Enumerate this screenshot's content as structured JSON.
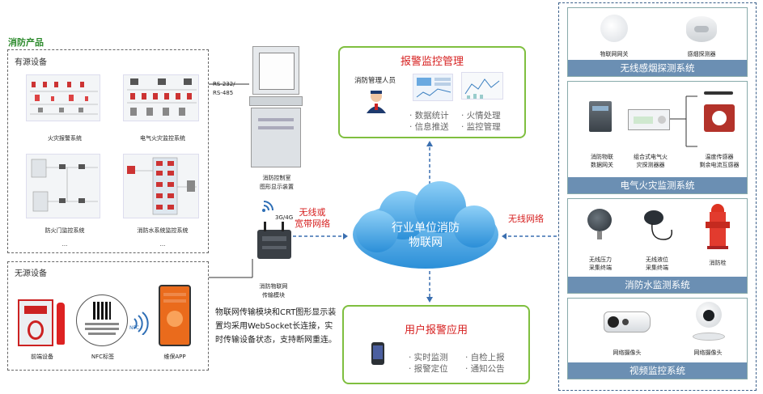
{
  "left": {
    "section_title": "消防产品",
    "powered": {
      "title": "有源设备",
      "items": [
        "火灾报警系统",
        "电气火灾监控系统",
        "防火门监控系统",
        "消防水系统监控系统"
      ],
      "more": [
        "...",
        "..."
      ]
    },
    "unpowered": {
      "title": "无源设备",
      "items": [
        "前端设备",
        "NFC标签",
        "维保APP"
      ],
      "nfc_label": "NFC"
    }
  },
  "center": {
    "rs_label_1": "RS-232/",
    "rs_label_2": "RS-485",
    "console_label_1": "消防控制室",
    "console_label_2": "图形显示装置",
    "signal_label": "3G/4G",
    "module_label_1": "消防物联网",
    "module_label_2": "传输模块",
    "wireless_left_1": "无线或",
    "wireless_left_2": "宽带网络",
    "wireless_right": "无线网络",
    "cloud_line_1": "行业单位消防",
    "cloud_line_2": "物联网",
    "description": "物联网传输模块和CRT图形显示装置均采用WebSocket长连接，实时传输设备状态，支持断网重连。"
  },
  "alarm_mgmt": {
    "title": "报警监控管理",
    "person": "消防管理人员",
    "bullets": [
      "· 数据统计",
      "· 火情处理",
      "· 信息推送",
      "· 监控管理"
    ]
  },
  "user_app": {
    "title": "用户报警应用",
    "bullets": [
      "· 实时监测",
      "· 自检上报",
      "· 报警定位",
      "· 通知公告"
    ]
  },
  "right": {
    "smoke": {
      "title": "无线感烟探测系统",
      "devices": [
        "物联网网关",
        "感烟探测器"
      ]
    },
    "electric": {
      "title": "电气火灾监测系统",
      "devices": [
        "消防物联",
        "数据网关",
        "组合式电气火",
        "灾探测器器",
        "温度传感器",
        "剩余电流互感器"
      ]
    },
    "water": {
      "title": "消防水监测系统",
      "devices": [
        "无线压力",
        "采集终端",
        "无线液位",
        "采集终端",
        "消防栓"
      ]
    },
    "video": {
      "title": "视频监控系统",
      "devices": [
        "网络摄像头",
        "网络摄像头"
      ]
    }
  },
  "colors": {
    "accent_green": "#7fbf3f",
    "title_red": "#d61f1f",
    "panel_blue": "#6b8fb3",
    "cloud_blue": "#4aa8e8"
  }
}
